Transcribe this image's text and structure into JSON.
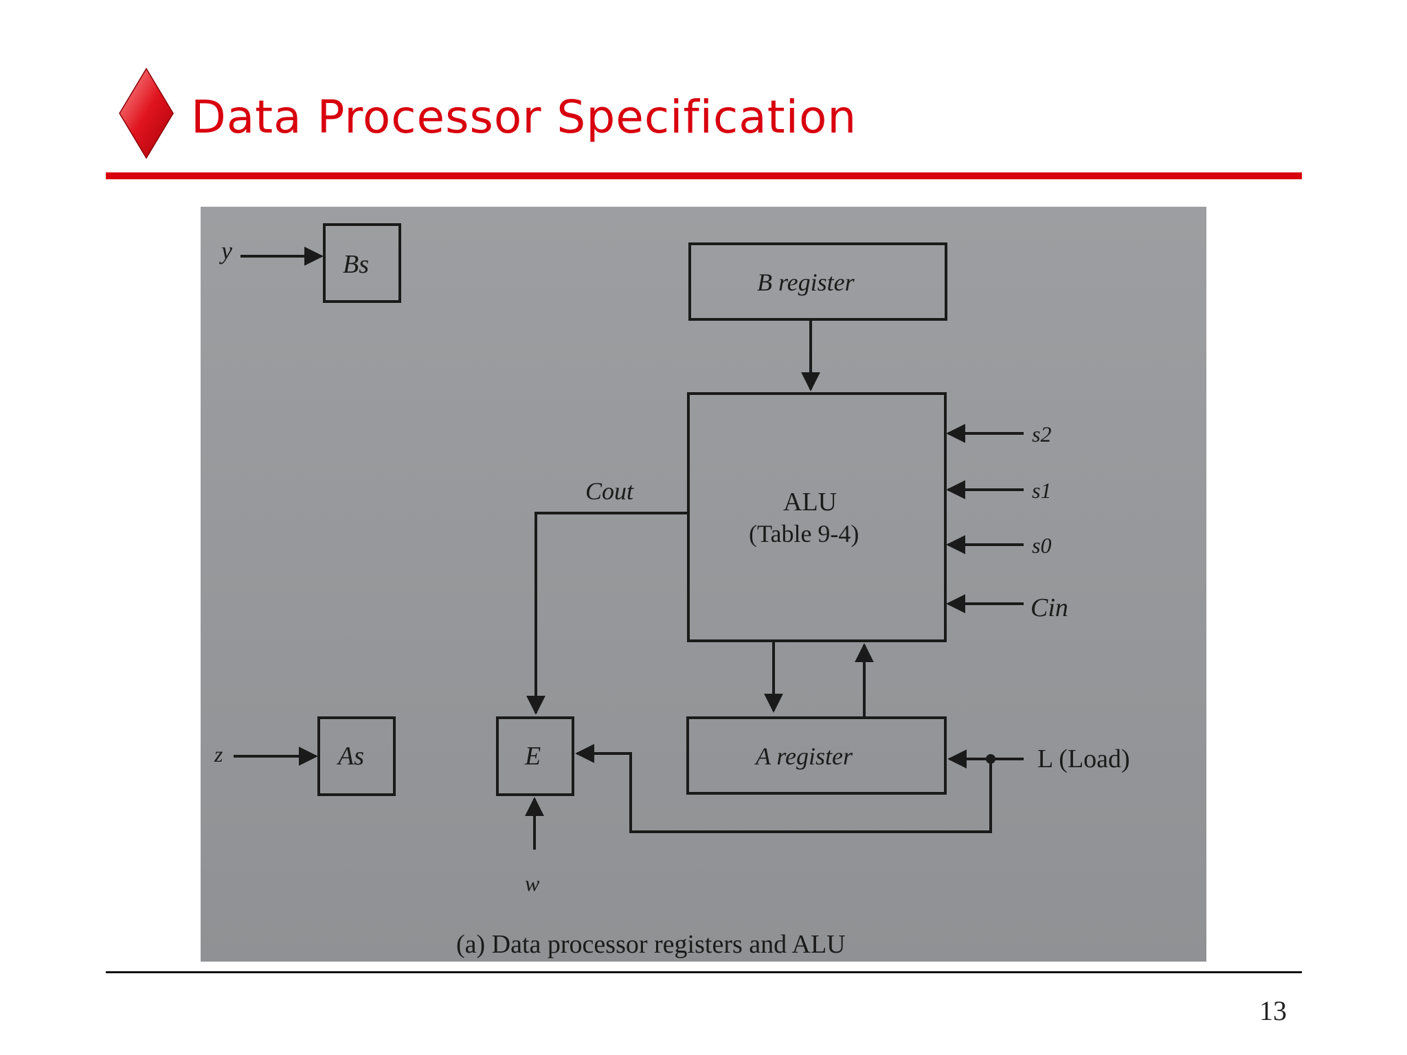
{
  "slide": {
    "title": "Data Processor Specification",
    "page_number": "13"
  },
  "diagram": {
    "caption": "(a) Data processor registers and ALU",
    "blocks": {
      "b_register": "B register",
      "alu_line1": "ALU",
      "alu_line2": "(Table 9-4)",
      "a_register": "A register",
      "bs": "Bs",
      "as": "As",
      "e": "E"
    },
    "signals": {
      "y": "y",
      "z": "z",
      "w": "w",
      "s2": "s2",
      "s1": "s1",
      "s0": "s0",
      "cin": "Cin",
      "cout": "Cout",
      "load": "L (Load)"
    }
  },
  "colors": {
    "accent": "#d8000e",
    "photo_background": "#999b9e",
    "ink": "#1a1a1a"
  }
}
